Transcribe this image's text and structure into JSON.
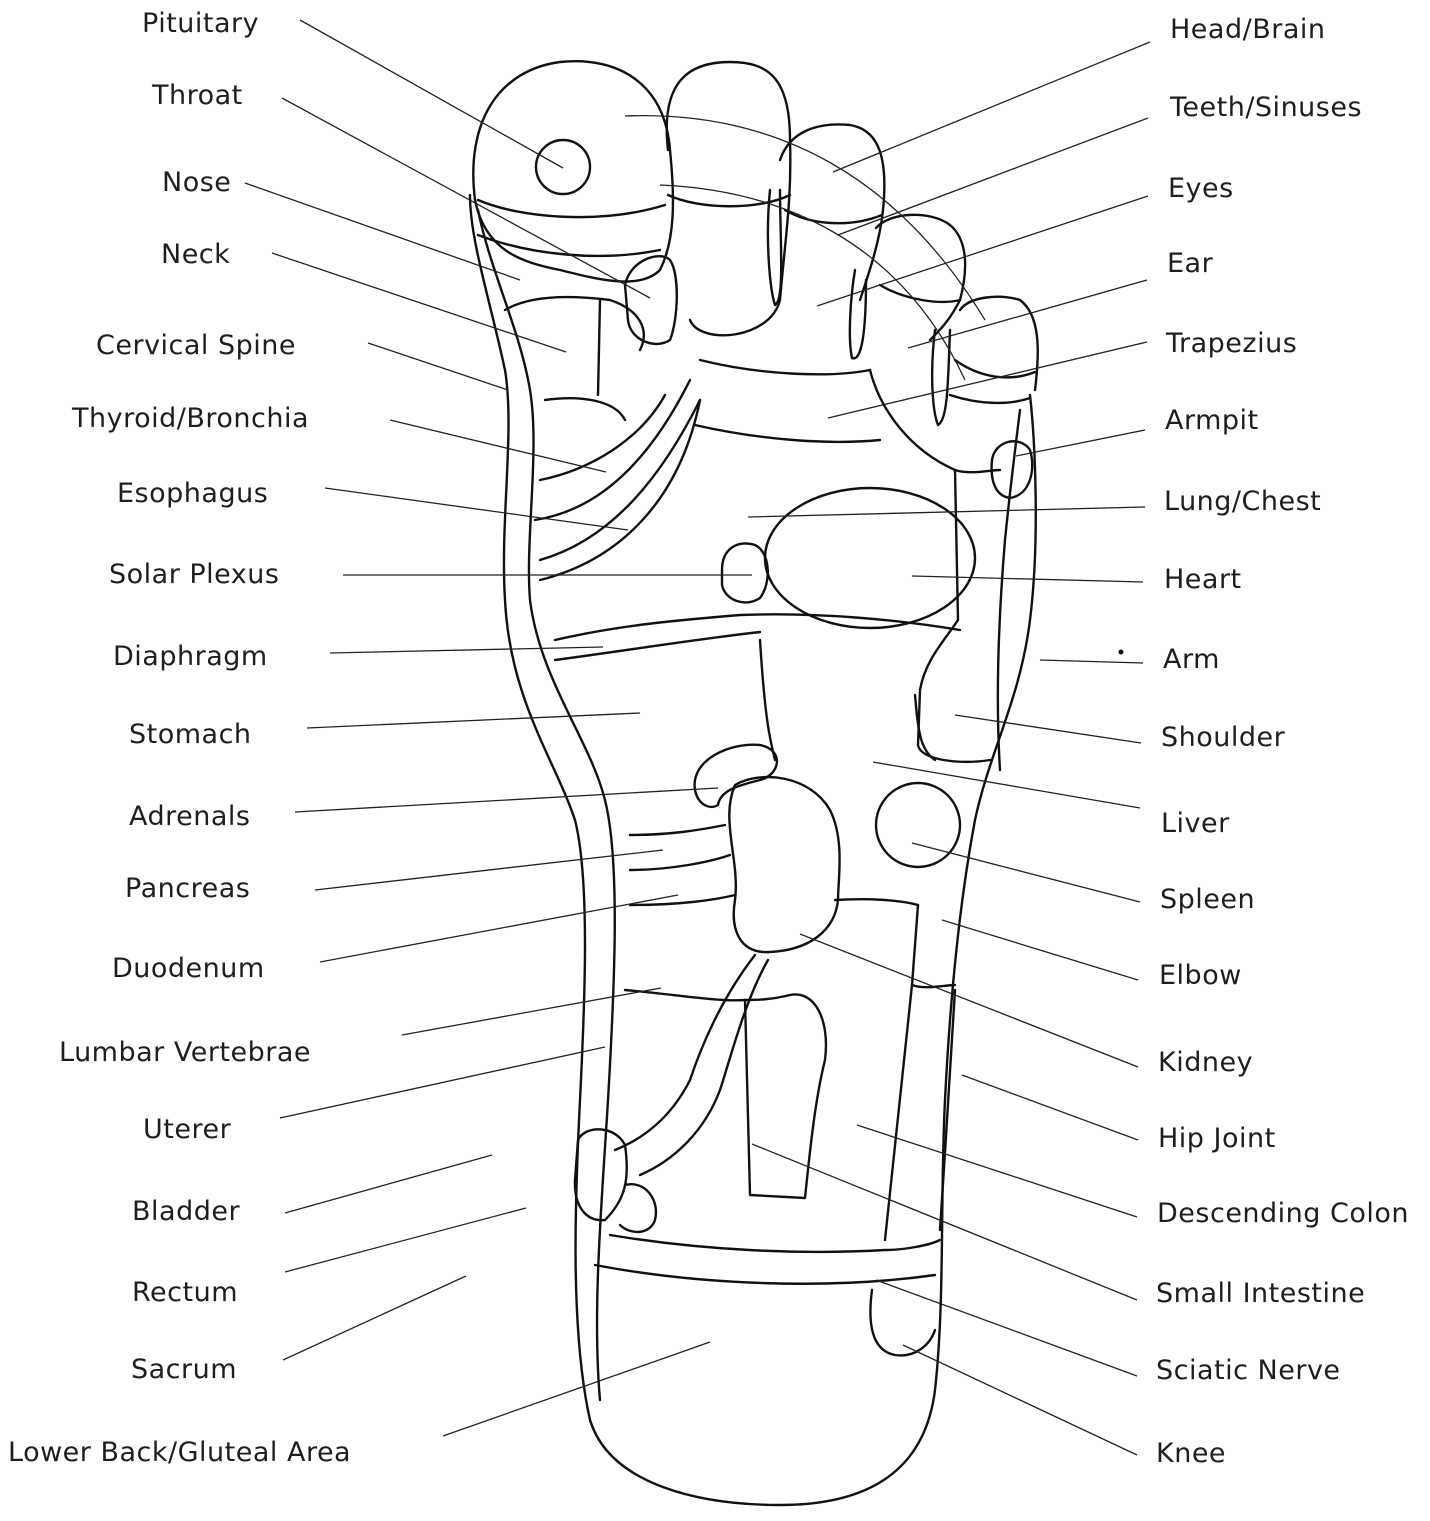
{
  "left_labels": [
    "Pituitary",
    "Throat",
    "Nose",
    "Neck",
    "Cervical Spine",
    "Thyroid/Bronchia",
    "Esophagus",
    "Solar Plexus",
    "Diaphragm",
    "Stomach",
    "Adrenals",
    "Pancreas",
    "Duodenum",
    "Lumbar Vertebrae",
    "Uterer",
    "Bladder",
    "Rectum",
    "Sacrum",
    "Lower Back/Gluteal Area"
  ],
  "right_labels": [
    "Head/Brain",
    "Teeth/Sinuses",
    "Eyes",
    "Ear",
    "Trapezius",
    "Armpit",
    "Lung/Chest",
    "Heart",
    "Arm",
    "Shoulder",
    "Liver",
    "Spleen",
    "Elbow",
    "Kidney",
    "Hip Joint",
    "Descending Colon",
    "Small Intestine",
    "Sciatic Nerve",
    "Knee"
  ]
}
